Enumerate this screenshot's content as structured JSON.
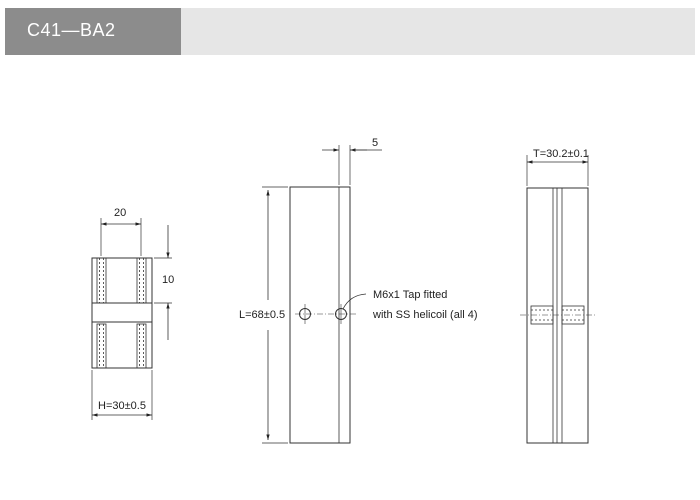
{
  "header": {
    "title": "C41—BA2",
    "tab_color": "#8c8c8c",
    "bar_color": "#e6e6e6"
  },
  "front_view": {
    "top_width_label": "20",
    "side_height_label": "10",
    "bottom_width_label": "H=30±0.5"
  },
  "side_view": {
    "offset_label": "5",
    "length_label": "L=68±0.5",
    "callout_line1": "M6x1 Tap fitted",
    "callout_line2": "with SS helicoil (all 4)"
  },
  "end_view": {
    "thickness_label": "T=30.2±0.1"
  }
}
